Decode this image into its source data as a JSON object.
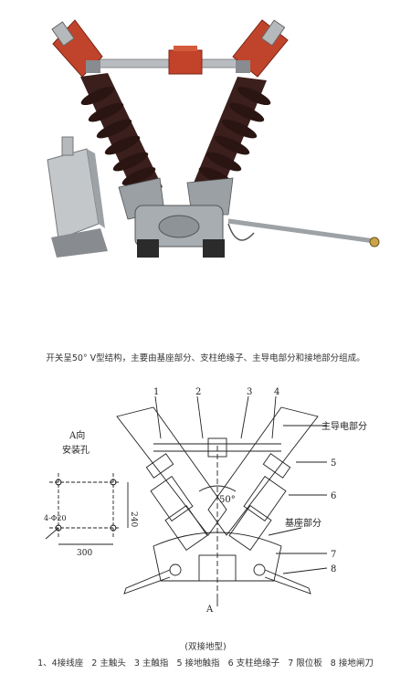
{
  "caption": "开关呈50°  V型结构，主要由基座部分、支柱绝缘子、主导电部分和接地部分组成。",
  "diagram": {
    "view_title": "A向",
    "view_subtitle": "安装孔",
    "hole_label": "4-Φ20",
    "dim_width": "300",
    "dim_height": "240",
    "angle": "50°",
    "section_label_a": "A",
    "main_conductive_label": "主导电部分",
    "base_label": "基座部分",
    "numbers": [
      "1",
      "2",
      "3",
      "4",
      "5",
      "6",
      "7",
      "8"
    ]
  },
  "subtitle": "(双接地型)",
  "legend": [
    "1、4接线座",
    "2 主触头",
    "3 主触指",
    "5 接地触指",
    "6 支柱绝缘子",
    "7 限位板",
    "8 接地闸刀"
  ],
  "colors": {
    "insulator": "#3a1f1c",
    "terminal": "#c0442c",
    "metal": "#9aa0a4"
  }
}
